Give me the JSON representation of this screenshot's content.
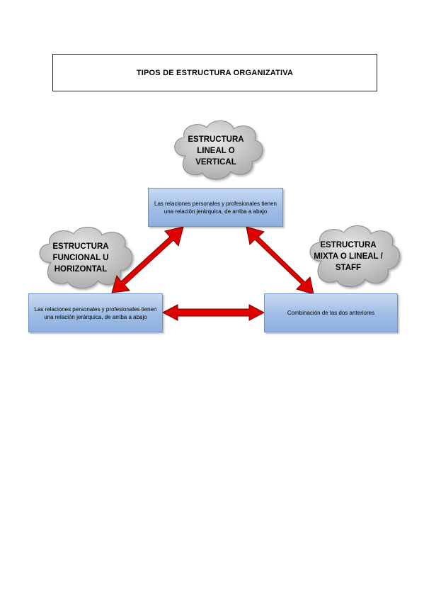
{
  "title": "TIPOS DE ESTRUCTURA ORGANIZATIVA",
  "clouds": {
    "top": "ESTRUCTURA LINEAL O VERTICAL",
    "left": "ESTRUCTURA FUNCIONAL U HORIZONTAL",
    "right": "ESTRUCTURA MIXTA O LINEAL / STAFF"
  },
  "boxes": {
    "top": "Las relaciones personales y profesionales tienen una relación jerárquica, de arriba a abajo",
    "left": "Las relaciones personales y profesionales tienen una relación jerárquica, de arriba a abajo",
    "right": "Combinación de las dos anteriores"
  },
  "colors": {
    "arrow_fill": "#e00000",
    "arrow_stroke": "#7a0000",
    "cloud_fill": "#c9c9c9",
    "box_border": "#6f93c9"
  }
}
